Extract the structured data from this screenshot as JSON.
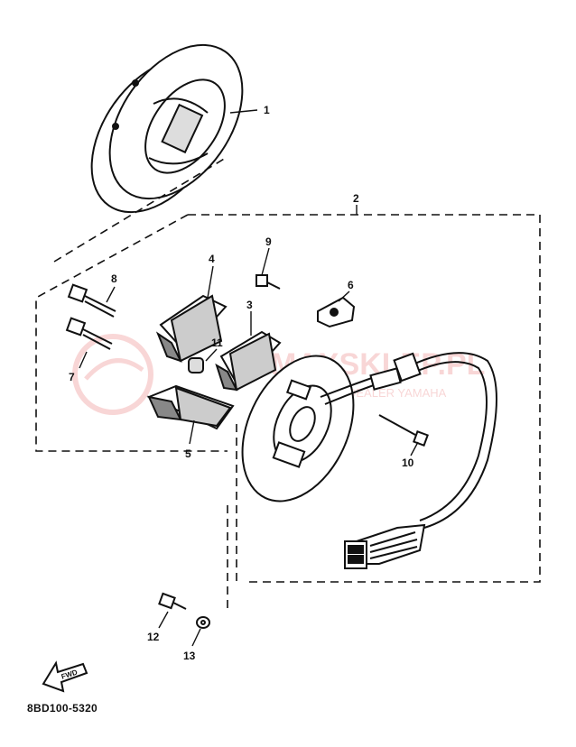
{
  "diagram": {
    "part_code": "8BD100-5320",
    "fwd_label": "FWD",
    "watermark_main": "MAXSKLEP.PL",
    "watermark_sub": "MOTOCYKLE DEALER YAMAHA",
    "callouts": [
      {
        "id": "1",
        "text": "1"
      },
      {
        "id": "2",
        "text": "2"
      },
      {
        "id": "3",
        "text": "3"
      },
      {
        "id": "4",
        "text": "4"
      },
      {
        "id": "5",
        "text": "5"
      },
      {
        "id": "6",
        "text": "6"
      },
      {
        "id": "7",
        "text": "7"
      },
      {
        "id": "8",
        "text": "8"
      },
      {
        "id": "9",
        "text": "9"
      },
      {
        "id": "10",
        "text": "10"
      },
      {
        "id": "11",
        "text": "11"
      },
      {
        "id": "12",
        "text": "12"
      },
      {
        "id": "13",
        "text": "13"
      }
    ]
  }
}
